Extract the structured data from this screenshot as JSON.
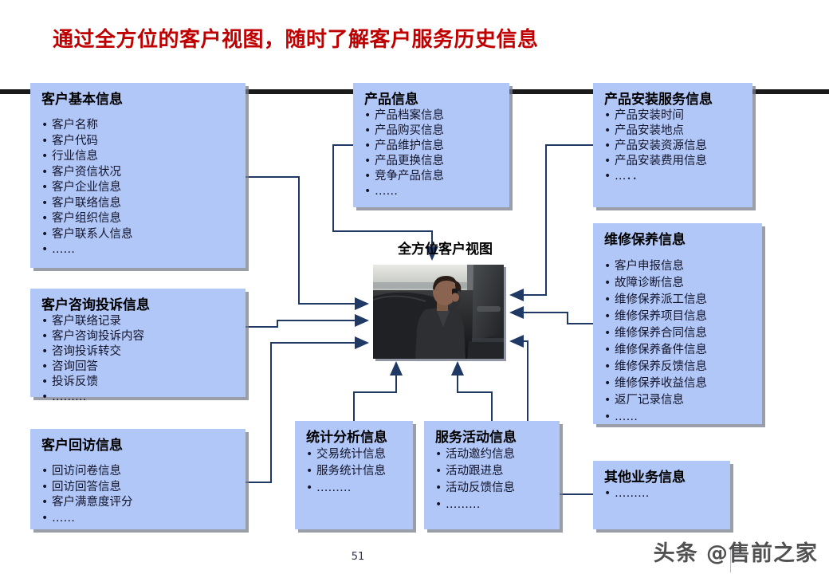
{
  "slide": {
    "title": "通过全方位的客户视图，随时了解客户服务历史信息",
    "title_color": "#c00000",
    "box_fill": "#b0c7f7",
    "connector_color": "#1f3864",
    "page_number": "51",
    "watermark": "头条 @售前之家"
  },
  "center": {
    "label": "全方位客户视图",
    "photo_alt": "woman-on-phone-in-car-photo"
  },
  "boxes": [
    {
      "id": "customer-basic",
      "title": "客户基本信息",
      "items": [
        "客户名称",
        "客户代码",
        "行业信息",
        "客户资信状况",
        "客户企业信息",
        "客户联络信息",
        "客户组织信息",
        "客户联系人信息",
        "……"
      ]
    },
    {
      "id": "customer-consult",
      "title": "客户咨询投诉信息",
      "items": [
        "客户联络记录",
        "客户咨询投诉内容",
        "咨询投诉转交",
        "咨询回答",
        "投诉反馈",
        "………"
      ]
    },
    {
      "id": "customer-revisit",
      "title": "客户回访信息",
      "items": [
        "回访问卷信息",
        "回访回答信息",
        "客户满意度评分",
        "……"
      ]
    },
    {
      "id": "product-info",
      "title": "产品信息",
      "items": [
        "产品档案信息",
        "产品购买信息",
        "产品维护信息",
        "产品更换信息",
        "竞争产品信息",
        "……"
      ]
    },
    {
      "id": "product-install",
      "title": "产品安装服务信息",
      "items": [
        "产品安装时间",
        "产品安装地点",
        "产品安装资源信息",
        "产品安装费用信息",
        "…．．"
      ]
    },
    {
      "id": "maintenance",
      "title": "维修保养信息",
      "items": [
        "客户申报信息",
        "故障诊断信息",
        "维修保养派工信息",
        "维修保养项目信息",
        "维修保养合同信息",
        "维修保养备件信息",
        "维修保养反馈信息",
        "维修保养收益信息",
        "返厂记录信息",
        "……"
      ]
    },
    {
      "id": "statistics",
      "title": "统计分析信息",
      "items": [
        "交易统计信息",
        "服务统计信息",
        "………"
      ]
    },
    {
      "id": "service-activity",
      "title": "服务活动信息",
      "items": [
        "活动邀约信息",
        "活动跟进息",
        "活动反馈信息",
        "………"
      ]
    },
    {
      "id": "other-business",
      "title": "其他业务信息",
      "items": [
        "………"
      ]
    }
  ]
}
